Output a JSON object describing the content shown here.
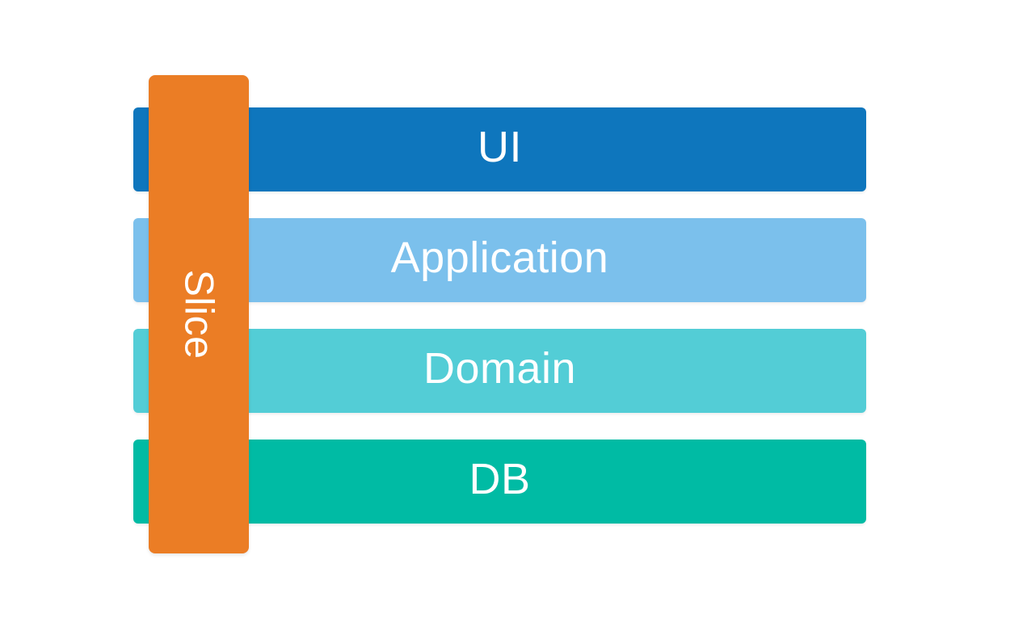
{
  "diagram": {
    "background_color": "#ffffff",
    "text_color": "#ffffff",
    "slice": {
      "label": "Slice",
      "color": "#eb7d25"
    },
    "layers": [
      {
        "label": "UI",
        "color": "#0e76bd"
      },
      {
        "label": "Application",
        "color": "#7bc0ec"
      },
      {
        "label": "Domain",
        "color": "#53cdd6"
      },
      {
        "label": "DB",
        "color": "#00bba4"
      }
    ]
  }
}
